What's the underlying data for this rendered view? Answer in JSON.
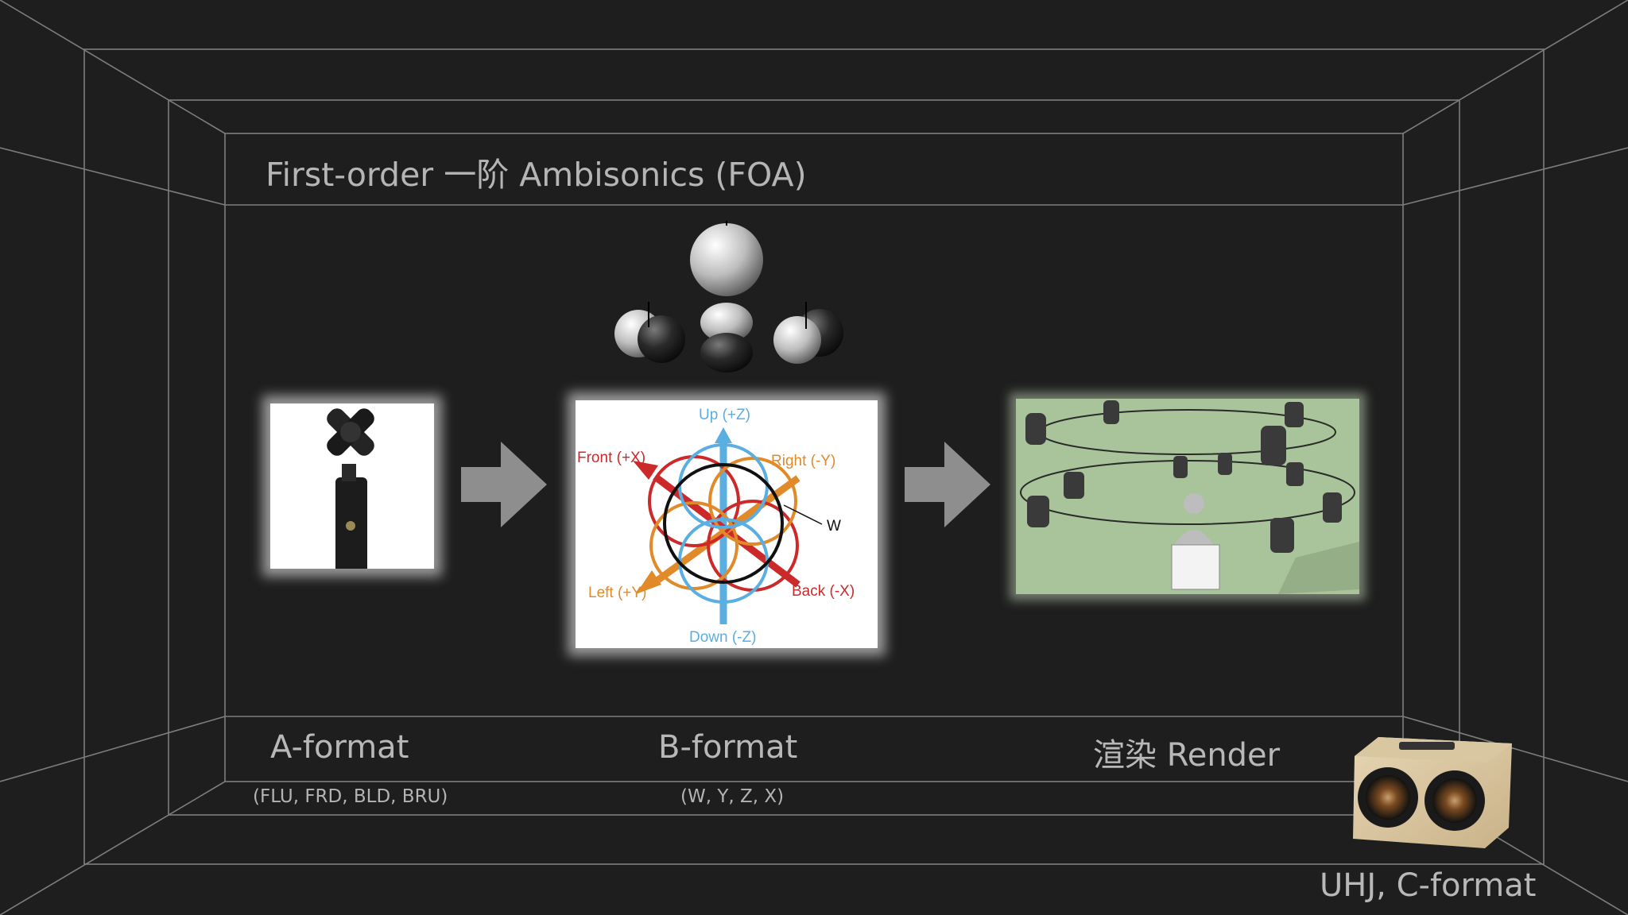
{
  "title": "First-order 一阶 Ambisonics (FOA)",
  "stages": [
    {
      "label": "A-format",
      "sub": "(FLU, FRD, BLD, BRU)"
    },
    {
      "label": "B-format",
      "sub": "(W, Y, Z, X)"
    },
    {
      "label": "渲染 Render",
      "sub": ""
    }
  ],
  "footer": "UHJ, C-format",
  "bformat_diagram": {
    "up": "Up (+Z)",
    "down": "Down (-Z)",
    "front": "Front (+X)",
    "back": "Back (-X)",
    "left": "Left (+Y)",
    "right": "Right (-Y)",
    "w": "W"
  },
  "colors": {
    "background": "#1e1e1e",
    "lines": "#8a8a8a",
    "arrow": "#8e8e8e",
    "x_axis": "#cc2a2a",
    "y_axis": "#e08a2a",
    "z_axis": "#5aaee0",
    "w_ring": "#111111",
    "render_bg": "#a9c49a"
  },
  "icons": {
    "mic": "soundfield-microphone-icon",
    "patterns": "spherical-harmonics-icon",
    "render": "speaker-array-icon",
    "speaker": "wooden-stereo-speaker-icon"
  }
}
